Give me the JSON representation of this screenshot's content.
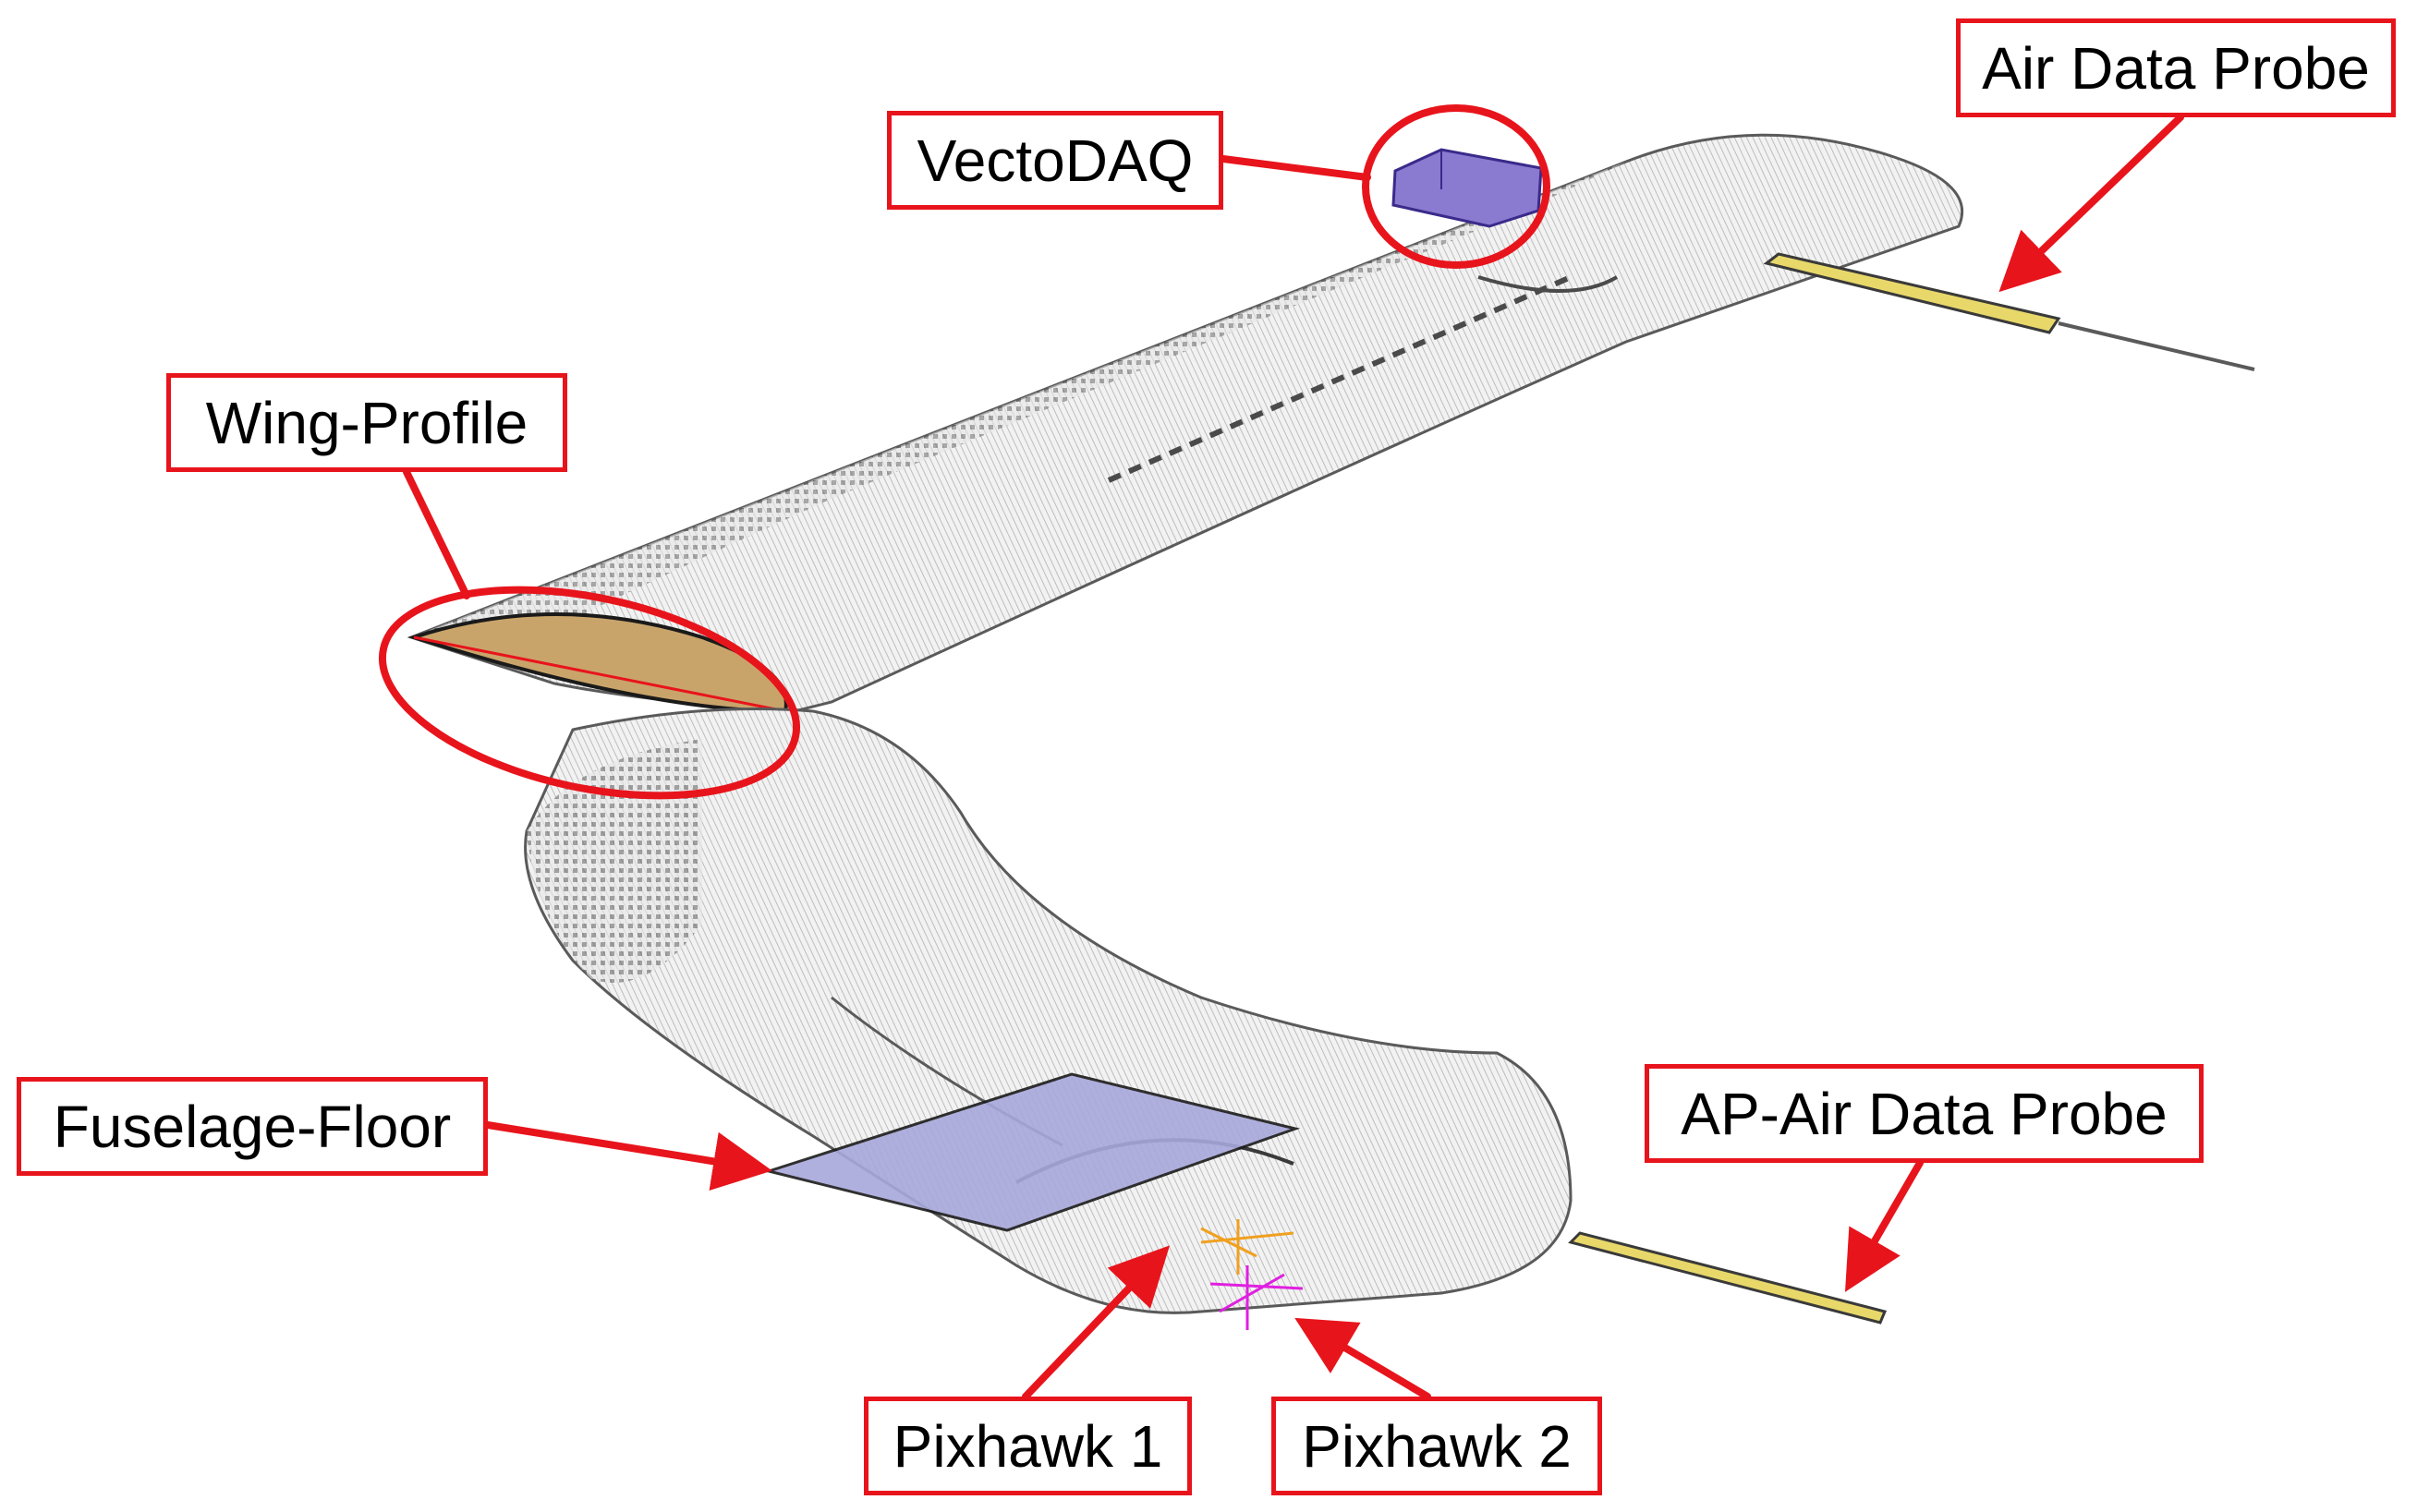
{
  "labels": {
    "air_data_probe": "Air Data Probe",
    "vectodaq": "VectoDAQ",
    "wing_profile": "Wing-Profile",
    "fuselage_floor": "Fuselage-Floor",
    "ap_air_data_probe": "AP-Air Data Probe",
    "pixhawk_1": "Pixhawk 1",
    "pixhawk_2": "Pixhawk 2"
  },
  "colors": {
    "callout_red": "#e8141c",
    "wing_surface": "#dcdcdc",
    "wing_edge": "#5a5a5a",
    "probe_yellow": "#e8d86a",
    "vectodaq_purple": "#8a7ad0",
    "floor_blue": "#a8a8dc",
    "profile_tan": "#c9a46a",
    "pixhawk_magenta": "#e020e0",
    "pixhawk_orange": "#f0a020"
  }
}
